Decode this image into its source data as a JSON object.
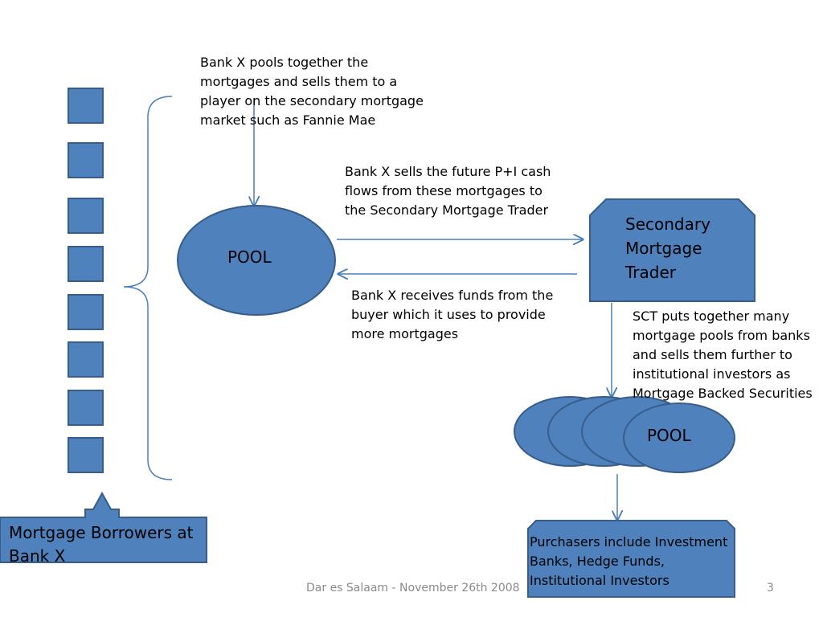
{
  "colors": {
    "shape_fill": "#4f81bd",
    "shape_stroke": "#385d8a",
    "connector": "#4a7ebb"
  },
  "notes": {
    "pooling": "Bank X pools together the mortgages and sells them to a player on the secondary mortgage market such as Fannie Mae",
    "sells_cash_flows": "Bank X sells the future P+I cash flows from these mortgages to the Secondary Mortgage Trader",
    "receives_funds": "Bank X receives funds from the buyer which it uses to provide more mortgages",
    "sct_pools": "SCT puts together many mortgage pools from banks and sells them further to institutional investors as Mortgage Backed Securities"
  },
  "shapes": {
    "pool": "POOL",
    "trader": "Secondary Mortgage Trader",
    "mbs_pool": "POOL",
    "borrowers": "Mortgage Borrowers at Bank X",
    "purchasers": "Purchasers include Investment Banks, Hedge Funds, Institutional Investors"
  },
  "footer": {
    "text": "Dar es Salaam - November 26th  2008",
    "page_number": "3"
  }
}
